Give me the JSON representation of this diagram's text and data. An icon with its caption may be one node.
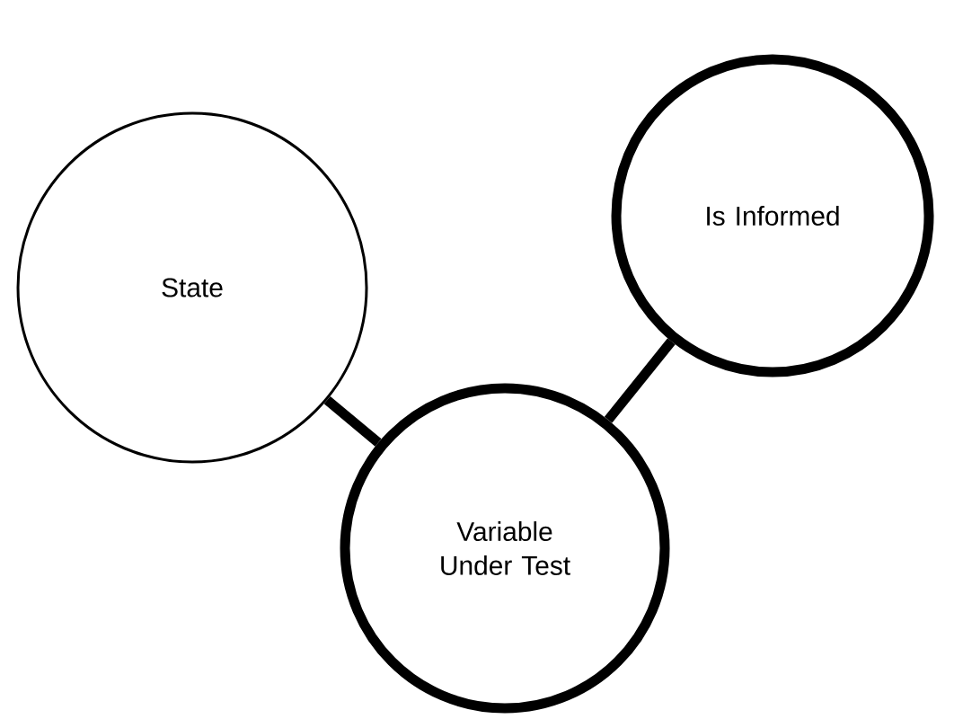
{
  "diagram": {
    "nodes": [
      {
        "text": [
          "State"
        ]
      },
      {
        "text": [
          "Is Informed"
        ]
      },
      {
        "text": [
          "Variable Under Test"
        ]
      }
    ],
    "edges": [
      {
        "from": 0,
        "to": 2,
        "arrow": "none"
      },
      {
        "from": 2,
        "to": 1,
        "arrow": "none"
      }
    ]
  }
}
